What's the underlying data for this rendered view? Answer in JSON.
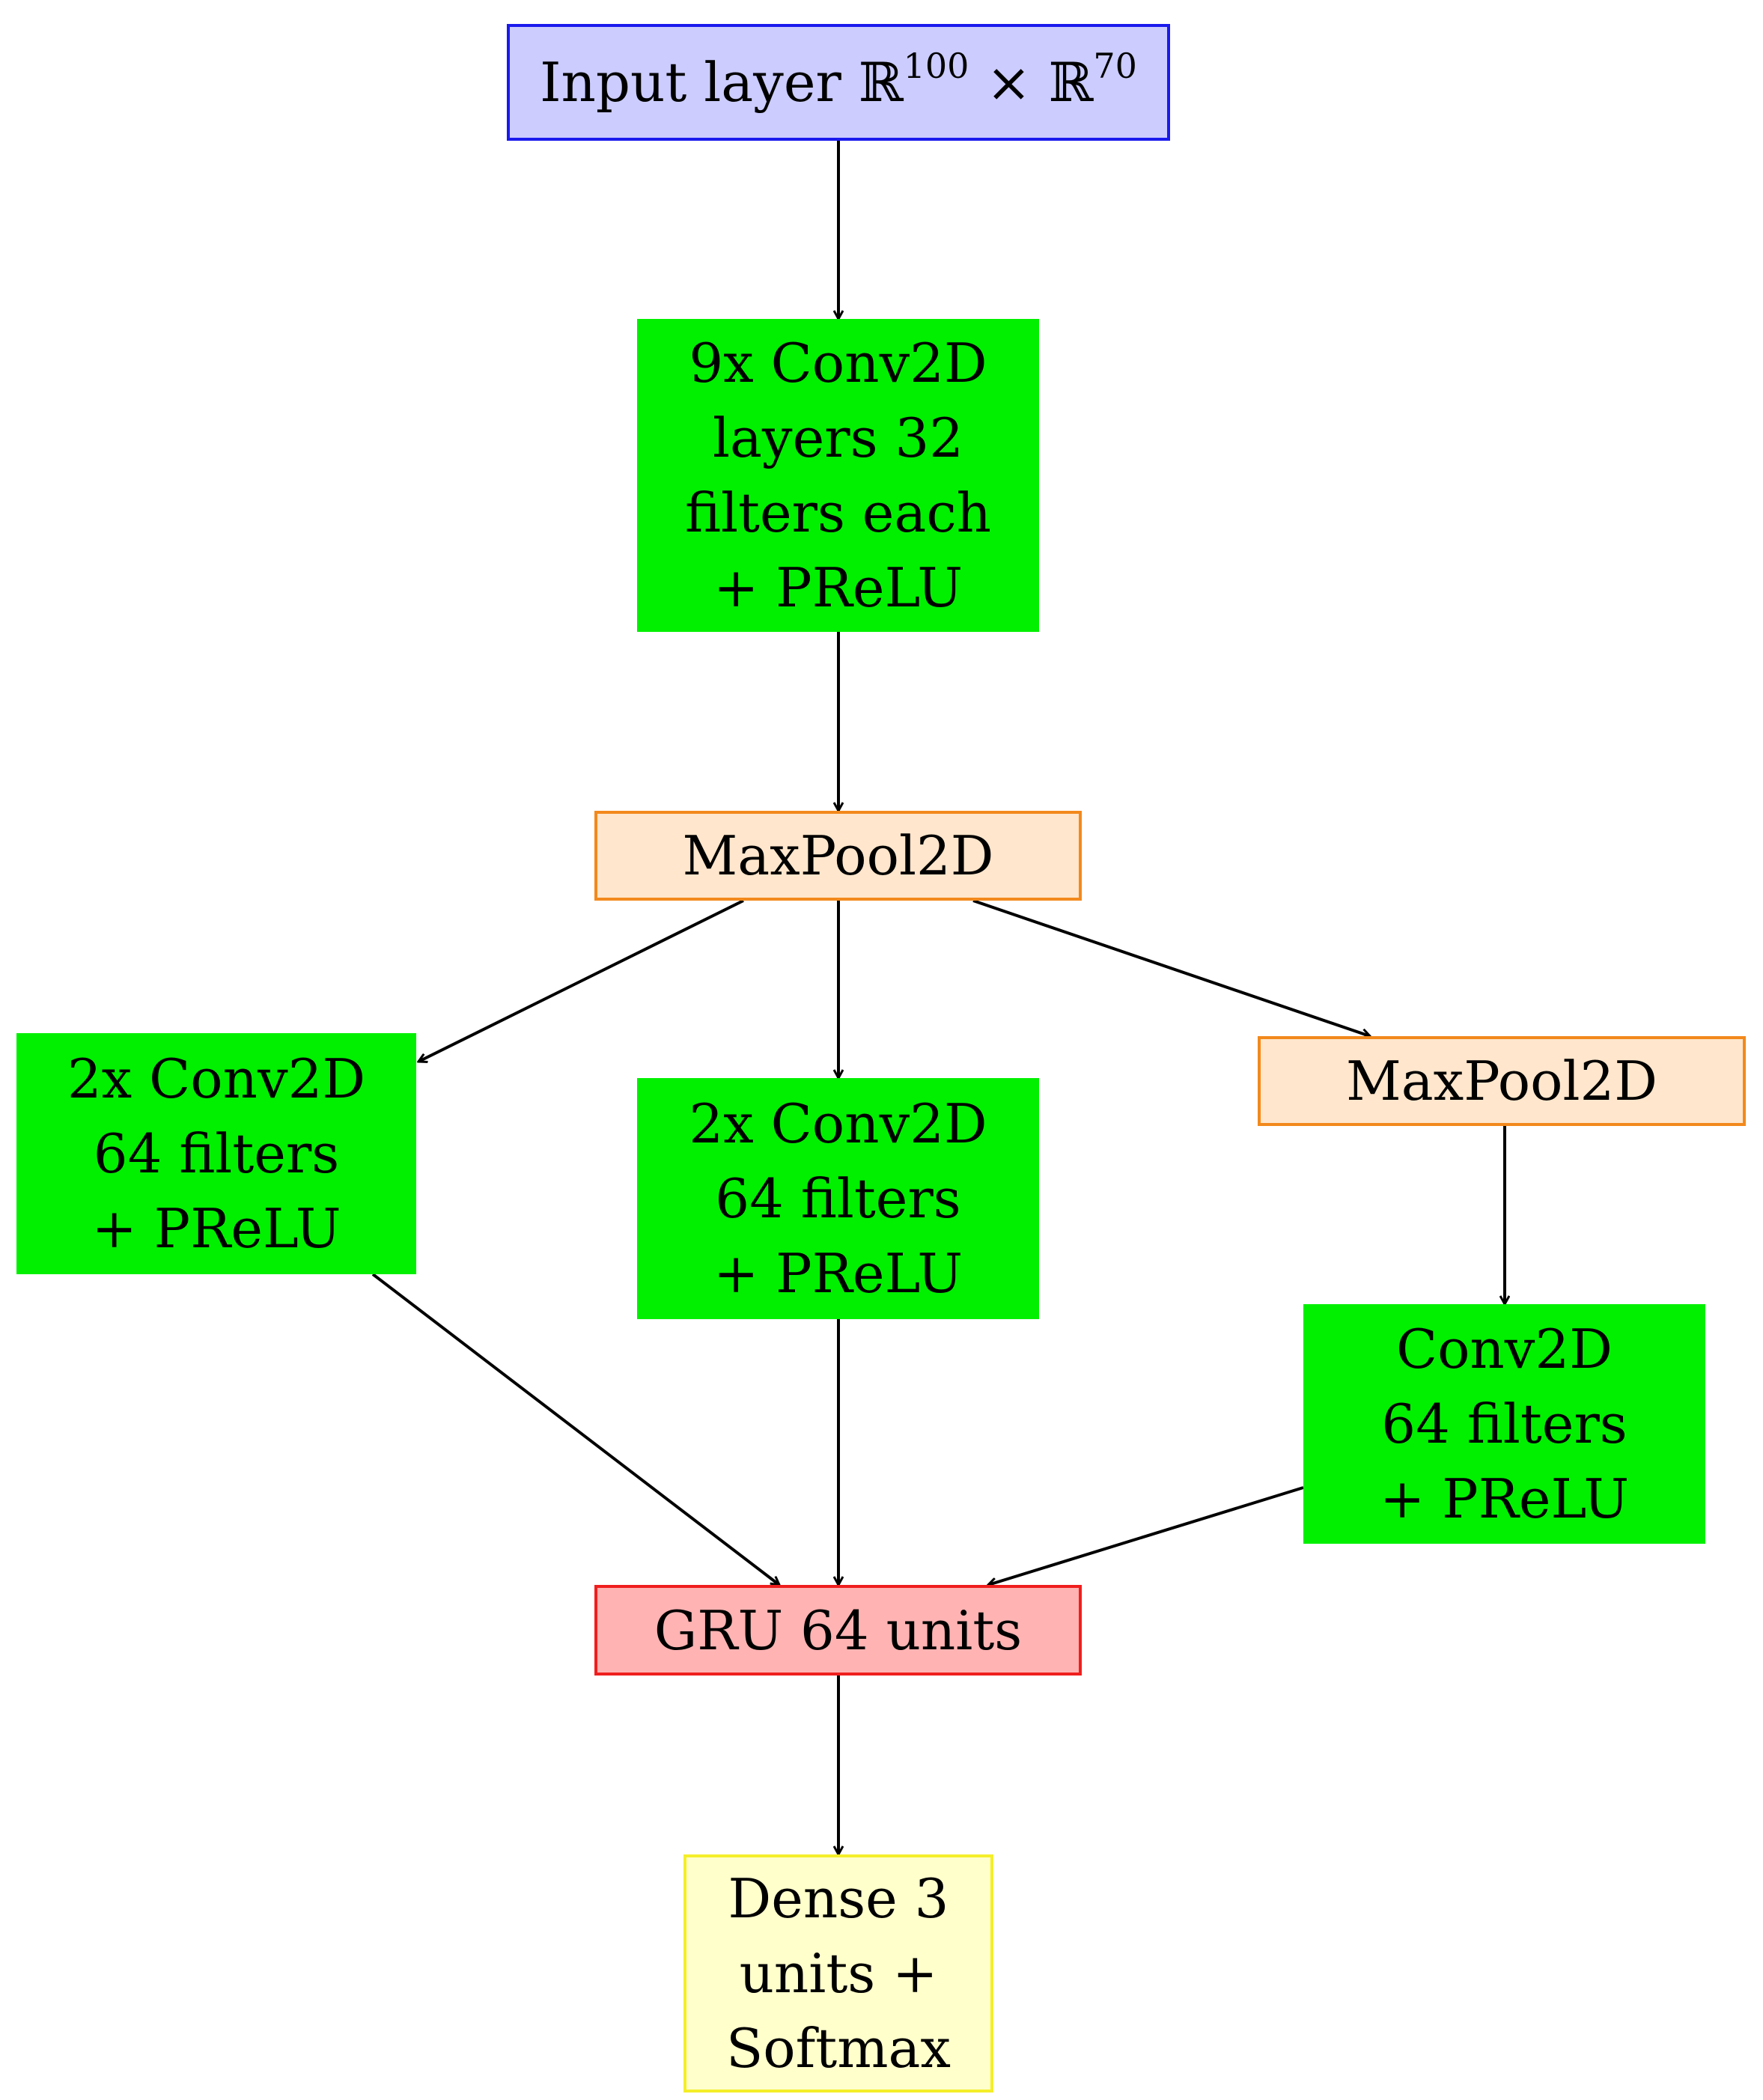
{
  "nodes": {
    "input": {
      "label_prefix": "Input layer ",
      "symbol_a": "ℝ",
      "exp_a": "100",
      "times": " × ",
      "symbol_b": "ℝ",
      "exp_b": "70"
    },
    "conv9": {
      "lines": [
        "9x Conv2D",
        "layers 32",
        "filters each",
        "+ PReLU"
      ]
    },
    "maxpool1": {
      "label": "MaxPool2D"
    },
    "conv_left": {
      "lines": [
        "2x Conv2D",
        "64 filters",
        "+ PReLU"
      ]
    },
    "conv_mid": {
      "lines": [
        "2x Conv2D",
        "64 filters",
        "+ PReLU"
      ]
    },
    "maxpool2": {
      "label": "MaxPool2D"
    },
    "conv_right": {
      "lines": [
        "Conv2D",
        "64 filters",
        "+ PReLU"
      ]
    },
    "gru": {
      "label": "GRU 64 units"
    },
    "dense": {
      "lines": [
        "Dense 3",
        "units +",
        "Softmax"
      ]
    }
  },
  "colors": {
    "input_fill": "#ccccff",
    "input_border": "#1a1aee",
    "conv_fill": "#00f000",
    "pool_fill": "#ffe6cc",
    "pool_border": "#f2891c",
    "gru_fill": "#ffb3b3",
    "gru_border": "#f01e1e",
    "dense_fill": "#ffffcc",
    "dense_border": "#f5ee2a",
    "edge": "#000000"
  }
}
